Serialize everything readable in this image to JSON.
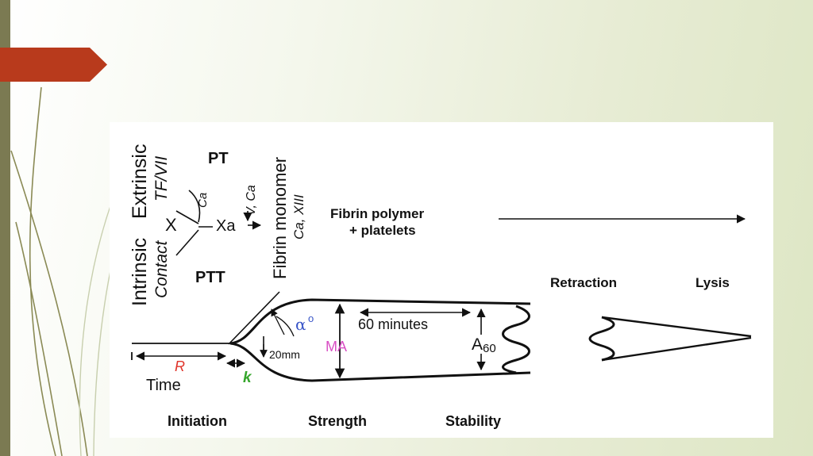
{
  "colors": {
    "accent_tab": "#b83a1c",
    "left_bar": "#7b7a52",
    "line": "#111111",
    "ma": "#d94fc4",
    "r": "#e0352b",
    "k": "#35a52b",
    "alpha": "#3a56c8"
  },
  "diagram": {
    "extrinsic": "Extrinsic",
    "tf_vii": "TF/VII",
    "intrinsic": "Intrinsic",
    "contact": "Contact",
    "pt": "PT",
    "ptt": "PTT",
    "ca": "Ca",
    "x": "X",
    "xa": "Xa",
    "v_ca": "V, Ca",
    "fibrin_monomer": "Fibrin monomer",
    "ca_xiii": "Ca, XIII",
    "fibrin_polymer": "Fibrin polymer",
    "platelets": "+ platelets",
    "retraction": "Retraction",
    "lysis": "Lysis",
    "sixty_minutes": "60 minutes",
    "alpha_symbol": "α",
    "degree": "o",
    "twenty_mm": "20mm",
    "ma": "MA",
    "a": "A",
    "a_sub": "60",
    "r": "R",
    "k": "k",
    "time": "Time",
    "initiation": "Initiation",
    "strength": "Strength",
    "stability": "Stability"
  }
}
